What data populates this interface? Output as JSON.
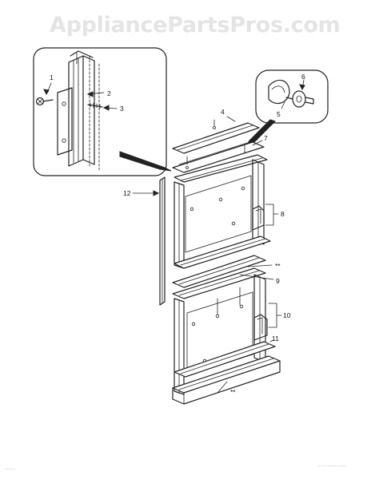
{
  "watermark": "AppliancePartsPros.com",
  "callouts": {
    "c1": "1",
    "c2": "2",
    "c3": "3",
    "c4": "4",
    "c5": "5",
    "c6": "6",
    "c7": "7",
    "c8": "8",
    "c9": "9",
    "c10": "10",
    "c11": "11",
    "c12": "12",
    "star_mid": "**",
    "star_bottom": "**"
  },
  "fineprint": {
    "left": "-----------",
    "right": "--------- ---------- ---------"
  }
}
